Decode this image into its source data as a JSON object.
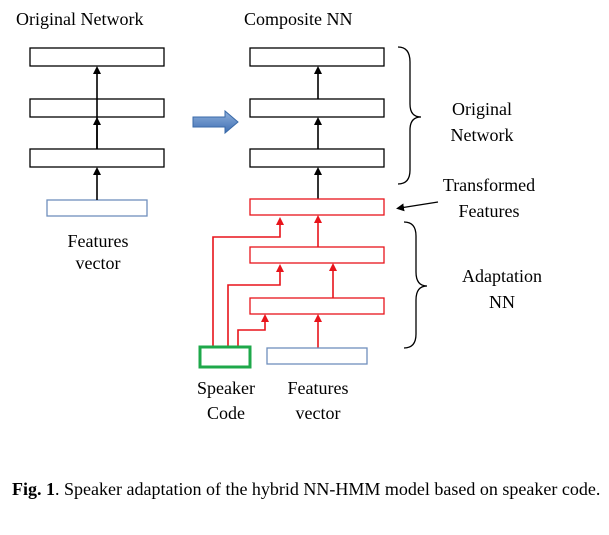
{
  "left": {
    "title": "Original Network",
    "features_label": [
      "Features",
      "vector"
    ]
  },
  "right": {
    "title": "Composite NN",
    "original_network_label": [
      "Original",
      "Network"
    ],
    "transformed_label": [
      "Transformed",
      "Features"
    ],
    "adaptation_label": [
      "Adaptation",
      "NN"
    ],
    "speaker_code_label": [
      "Speaker",
      "Code"
    ],
    "features_label": [
      "Features",
      "vector"
    ]
  },
  "caption": {
    "prefix": "Fig. 1",
    "text": ". Speaker adaptation of the hybrid NN-HMM model based on speaker code."
  },
  "colors": {
    "black": "#000000",
    "red": "#e8141b",
    "blue_outline": "#6f8fbd",
    "green": "#1ea84a",
    "arrow_blue": "#4f7fc0"
  }
}
